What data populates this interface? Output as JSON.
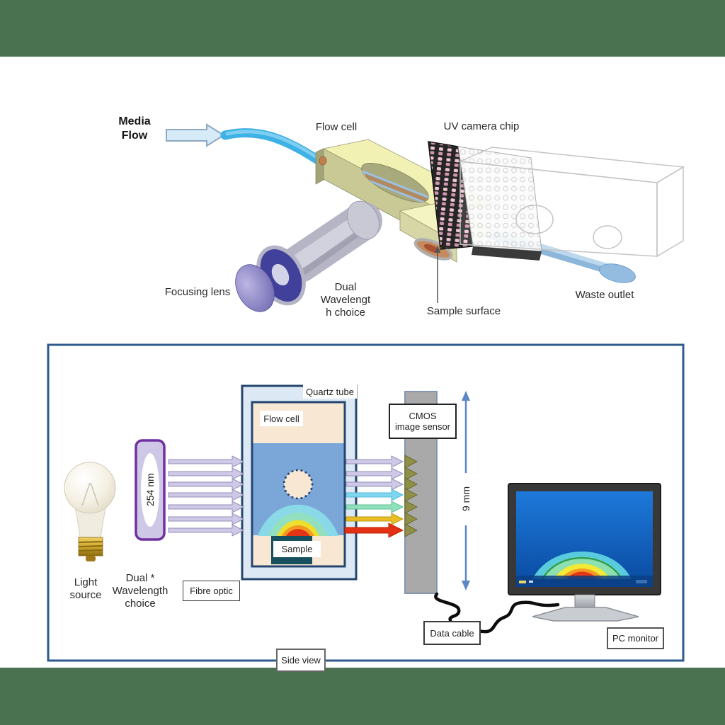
{
  "figure": {
    "description_type": "instrument-schematic",
    "colors": {
      "background_band": "#4a7250",
      "outer_box_border": "#2e5a8e",
      "schematic_border": "#24466e",
      "filter_purple": "#7030a0",
      "arrow_lavender": "#cfc8e6",
      "arrow_cyan": "#7fd6ef",
      "arrow_mint": "#8fe0bd",
      "arrow_gold": "#e8bd25",
      "arrow_red": "#e23115",
      "flowcell_blue": "#7aa7d8",
      "flowcell_cream": "#f7e7d3",
      "sensor_gray": "#a9a9a9",
      "dimension_blue": "#5b87c5"
    }
  },
  "top_diagram": {
    "media_flow_line1": "Media",
    "media_flow_line2": "Flow",
    "flow_cell_label": "Flow cell",
    "uv_camera_chip_label": "UV camera chip",
    "focusing_lens_label": "Focusing lens",
    "dual_wavelength_line1": "Dual",
    "dual_wavelength_line2": "Wavelengt",
    "dual_wavelength_line3": "h choice",
    "sample_surface_label": "Sample surface",
    "waste_outlet_label": "Waste outlet"
  },
  "bottom_diagram": {
    "light_source_line1": "Light",
    "light_source_line2": "source",
    "filter_label": "254 nm",
    "dual_wavelength_line1": "Dual *",
    "dual_wavelength_line2": "Wavelength",
    "dual_wavelength_line3": "choice",
    "fibre_optic_label": "Fibre optic",
    "quartz_tube_label": "Quartz tube",
    "flow_cell_label": "Flow cell",
    "sample_label": "Sample",
    "cmos_line1": "CMOS",
    "cmos_line2": "image sensor",
    "dimension_label": "9 mm",
    "data_cable_label": "Data cable",
    "pc_monitor_label": "PC monitor",
    "side_view_label": "Side view"
  }
}
